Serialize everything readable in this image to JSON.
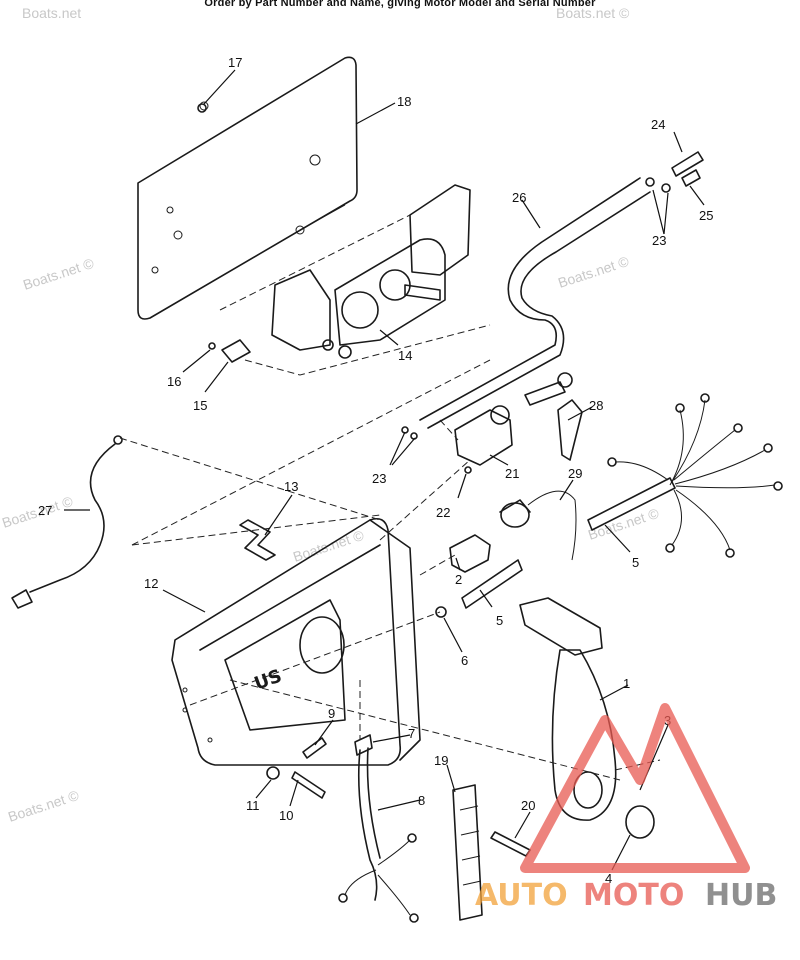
{
  "header": {
    "text": "Order by Part Number and Name, giving Motor Model and Serial Number"
  },
  "watermark": {
    "text": "Boats.net ©",
    "top_left": "Boats.net",
    "top_right": "Boats.net ©"
  },
  "logo": {
    "part1": "AUTO",
    "part2": "MOTO",
    "part3": "HUB",
    "colors": {
      "auto": "#f2a23a",
      "moto": "#e85a52",
      "hub": "#6b6b6b",
      "triangle": "#e85a52"
    }
  },
  "callouts": {
    "c1": "1",
    "c2": "2",
    "c3": "3",
    "c4": "4",
    "c5a": "5",
    "c5b": "5",
    "c6": "6",
    "c7": "7",
    "c8": "8",
    "c9": "9",
    "c10": "10",
    "c11": "11",
    "c12": "12",
    "c13": "13",
    "c14": "14",
    "c15": "15",
    "c16": "16",
    "c17": "17",
    "c18": "18",
    "c19": "19",
    "c20": "20",
    "c21": "21",
    "c22": "22",
    "c23a": "23",
    "c23b": "23",
    "c24": "24",
    "c25": "25",
    "c26": "26",
    "c27": "27",
    "c28": "28",
    "c29": "29"
  },
  "cover_logo": "US"
}
